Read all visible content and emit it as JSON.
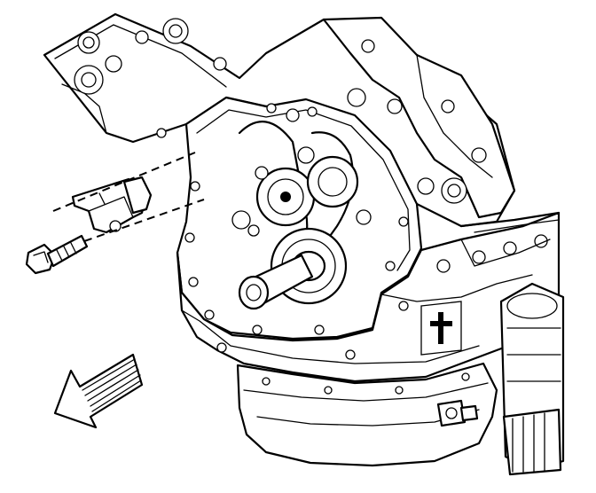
{
  "figure": {
    "background_color": "#ffffff",
    "line_color": "#000000",
    "parts": [
      {
        "name": "crankshaft-position-sensor",
        "icon": "sensor-icon"
      },
      {
        "name": "sensor-mounting-bolt",
        "icon": "bolt-icon"
      },
      {
        "name": "engine-front-view",
        "icon": "engine-icon"
      },
      {
        "name": "front-of-vehicle-arrow",
        "icon": "arrow-icon"
      }
    ]
  }
}
